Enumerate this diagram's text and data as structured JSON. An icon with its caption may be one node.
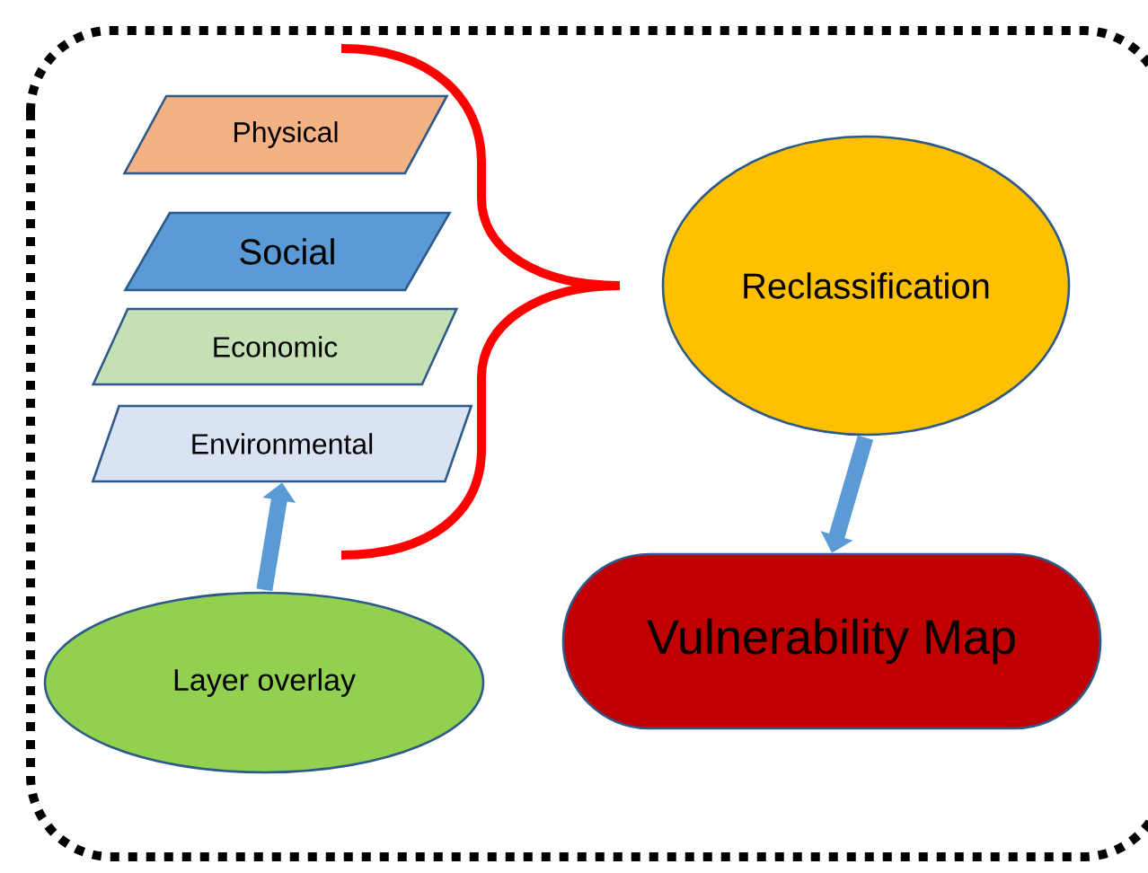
{
  "diagram": {
    "nodes": [
      {
        "text": [
          "Physical"
        ]
      },
      {
        "text": [
          "Social"
        ]
      },
      {
        "text": [
          "Economic"
        ]
      },
      {
        "text": [
          "Environmental"
        ]
      },
      {
        "text": [
          "Reclassification"
        ]
      },
      {
        "text": [
          "Vulnerability Map"
        ]
      },
      {
        "text": [
          "Layer overlay"
        ]
      }
    ],
    "edges": [
      {
        "from": 6,
        "to": 3,
        "arrow": "to"
      },
      {
        "from": 4,
        "to": 5,
        "arrow": "to"
      }
    ]
  }
}
